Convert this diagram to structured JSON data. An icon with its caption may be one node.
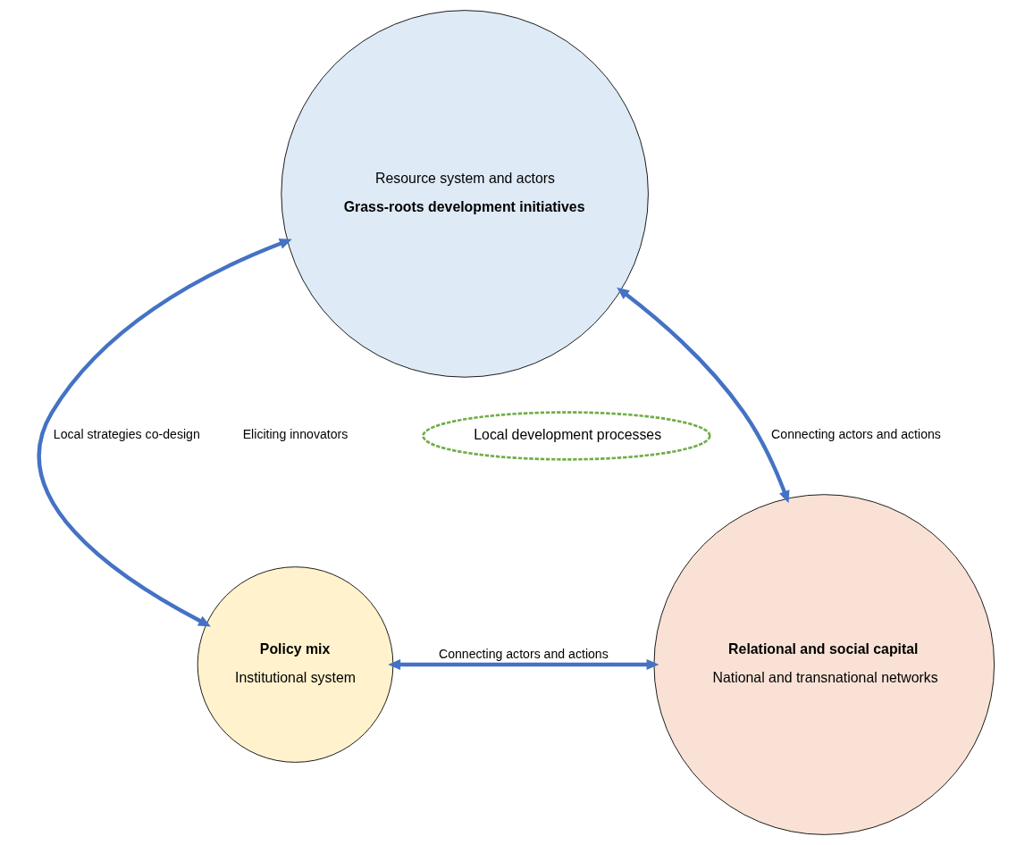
{
  "diagram": {
    "nodes": [
      {
        "text": [
          "Local development processes"
        ]
      },
      {
        "text": [
          "Resource system and actors",
          "Grass-roots development initiatives"
        ]
      },
      {
        "text": [
          "Policy mix",
          "Institutional system"
        ]
      },
      {
        "text": [
          "Relational and social capital",
          "National and transnational networks"
        ]
      }
    ],
    "edges": [
      {
        "from": 1,
        "to": 2,
        "arrow": "both",
        "label": "Local strategies co-design"
      },
      {
        "from": 1,
        "to": 3,
        "arrow": "both",
        "label": "Connecting actors and actions"
      },
      {
        "from": 2,
        "to": 3,
        "arrow": "both",
        "label": "Connecting actors and actions"
      }
    ],
    "labels": [
      "Eliciting innovators"
    ]
  }
}
